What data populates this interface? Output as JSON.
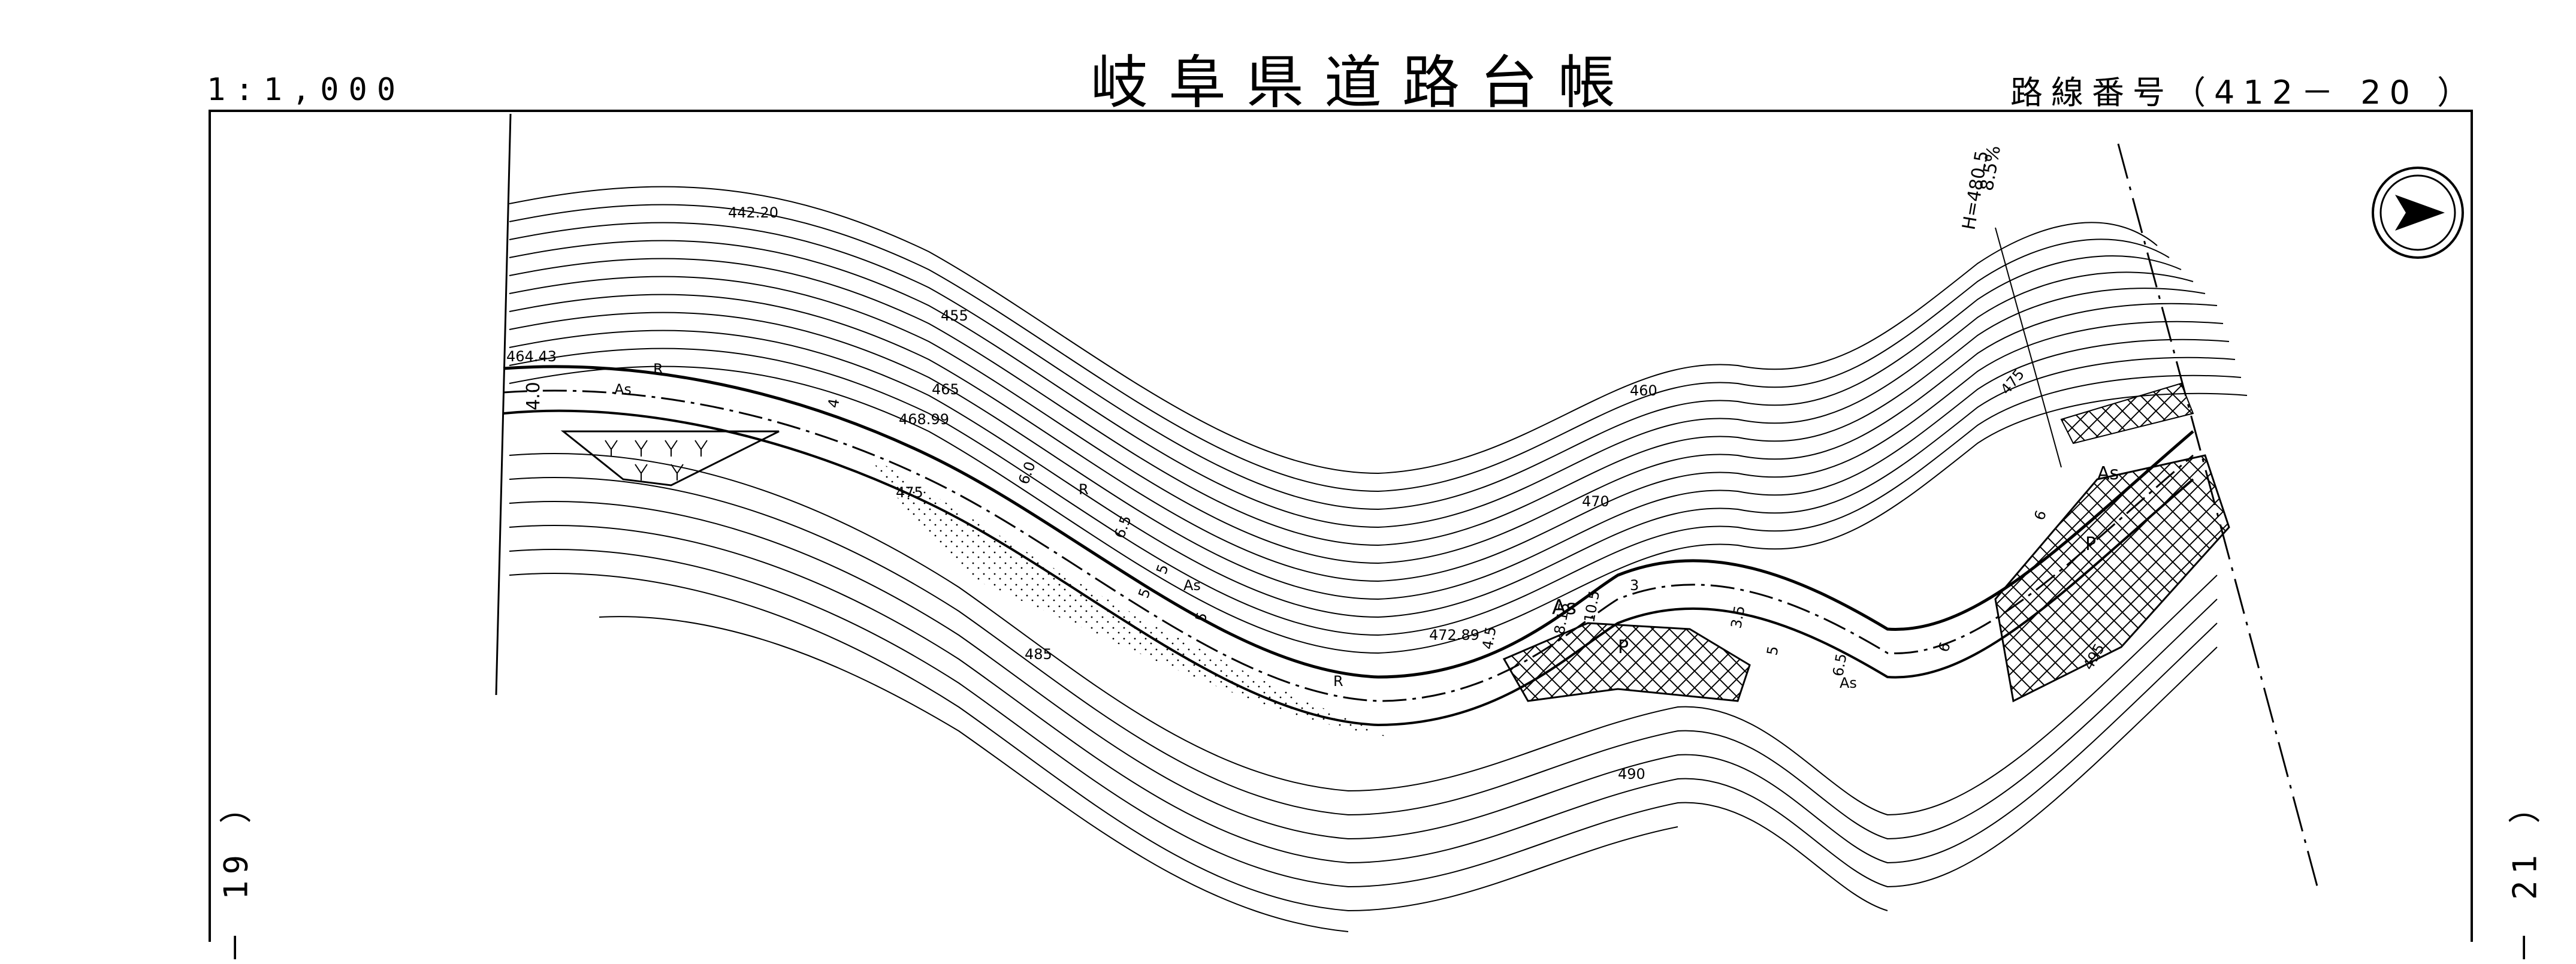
{
  "header": {
    "title": "岐阜県道路台帳",
    "scale": "1:1,000",
    "route_number": "路線番号（412－ 20 ）"
  },
  "sheet_refs": {
    "left": "－ 19 ）",
    "right": "－ 21 ）"
  },
  "map": {
    "elevations": [
      "442.20",
      "455",
      "464.43",
      "465",
      "468.99",
      "460",
      "475",
      "470",
      "472.89",
      "485",
      "490",
      "495",
      "475"
    ],
    "pavement_codes": [
      "As",
      "R",
      "P"
    ],
    "gradient": "H=480.5",
    "gradient_pct": "8.5%",
    "widths": [
      "4.0",
      "4",
      "6.0",
      "6.5",
      "5",
      "5",
      "5",
      "4.5",
      "8.15",
      "10.5",
      "3",
      "3.5",
      "5",
      "6.5",
      "6",
      "6"
    ],
    "north_arrow": "north-arrow-icon"
  }
}
